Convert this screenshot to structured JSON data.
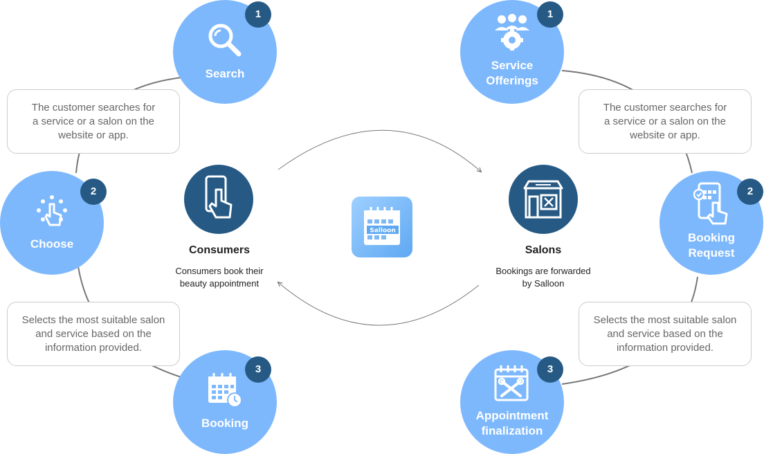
{
  "consumers": {
    "title": "Consumers",
    "desc_line1": "Consumers book their",
    "desc_line2": "beauty appointment",
    "steps": [
      {
        "badge": "1",
        "label": "Search",
        "icon": "search-icon"
      },
      {
        "badge": "2",
        "label": "Choose",
        "icon": "tap-icon"
      },
      {
        "badge": "3",
        "label": "Booking",
        "icon": "calendar-clock-icon"
      }
    ],
    "notes": [
      {
        "l1": "The customer searches for",
        "l2": "a service or a salon on the",
        "l3": "website or app."
      },
      {
        "l1": "Selects the most suitable salon",
        "l2": "and service based on the",
        "l3": "information provided."
      }
    ]
  },
  "salons": {
    "title": "Salons",
    "desc_line1": "Bookings are forwarded",
    "desc_line2": "by Salloon",
    "steps": [
      {
        "badge": "1",
        "line1": "Service",
        "line2": "Offerings",
        "icon": "team-gear-icon"
      },
      {
        "badge": "2",
        "line1": "Booking",
        "line2": "Request",
        "icon": "phone-calendar-icon"
      },
      {
        "badge": "3",
        "line1": "Appointment",
        "line2": "finalization",
        "icon": "calendar-tools-icon"
      }
    ],
    "notes": [
      {
        "l1": "The customer searches for",
        "l2": "a service or a salon on the",
        "l3": "website or app."
      },
      {
        "l1": "Selects the most suitable salon",
        "l2": "and service based on the",
        "l3": "information provided."
      }
    ]
  },
  "app": {
    "label": "Salloon",
    "icon": "calendar-app-icon"
  },
  "colors": {
    "step_fill": "#7db8fd",
    "badge_fill": "#265a84",
    "hub_fill": "#265a84",
    "note_border": "#cccccc"
  }
}
